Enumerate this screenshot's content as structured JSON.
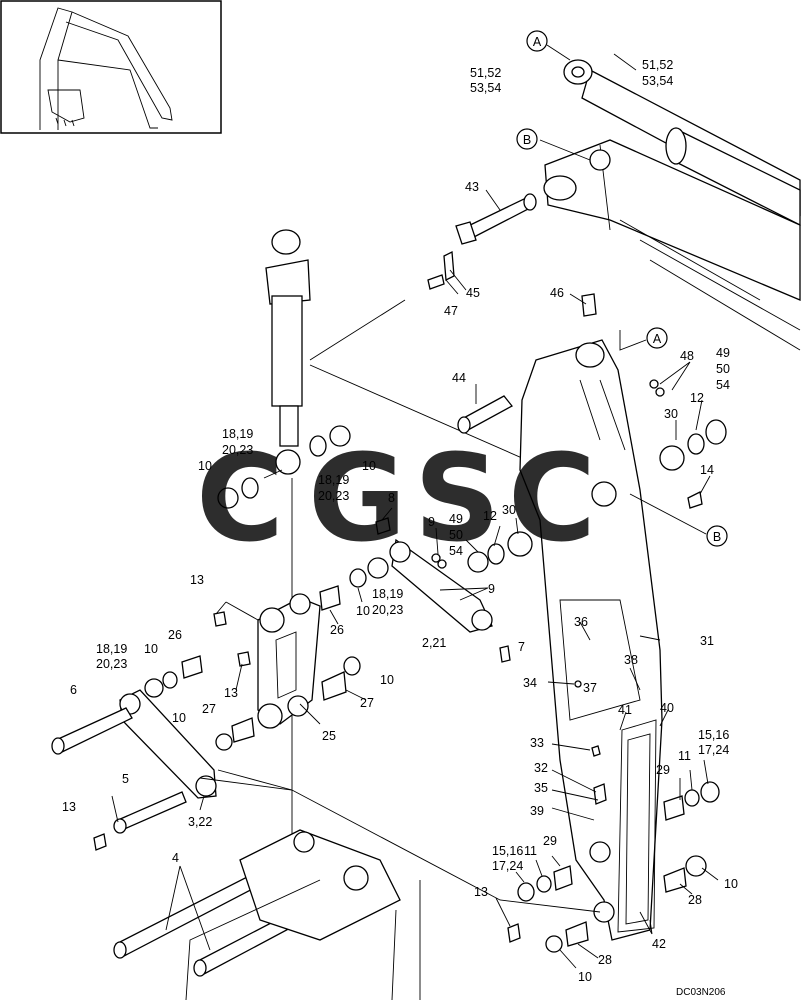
{
  "drawing_code": "DC03N206",
  "watermark": {
    "text": "CGSC",
    "colors": [
      "#3b82f6",
      "#ef4444",
      "#facc15",
      "#16a34a"
    ]
  },
  "callouts": {
    "A": "A",
    "B": "B",
    "l_51_52_left": "51,52",
    "l_53_54_left": "53,54",
    "l_51_52_right": "51,52",
    "l_53_54_right": "53,54",
    "l_43": "43",
    "l_45": "45",
    "l_47": "47",
    "l_46": "46",
    "l_48": "48",
    "l_49a": "49",
    "l_50a": "50",
    "l_54a": "54",
    "l_44": "44",
    "l_30a": "30",
    "l_12a": "12",
    "l_14": "14",
    "l_18_19a": "18,19",
    "l_20_23a": "20,23",
    "l_10a": "10",
    "l_10b": "10",
    "l_18_19b": "18,19",
    "l_20_23b": "20,23",
    "l_8": "8",
    "l_9a": "9",
    "l_49b": "49",
    "l_50b": "50",
    "l_54b": "54",
    "l_12b": "12",
    "l_30b": "30",
    "l_13a": "13",
    "l_26a": "26",
    "l_10c": "10",
    "l_18_19c": "18,19",
    "l_20_23c": "20,23",
    "l_9b": "9",
    "l_2_21": "2,21",
    "l_36": "36",
    "l_31": "31",
    "l_26b": "26",
    "l_18_19d": "18,19",
    "l_20_23d": "20,23",
    "l_10d": "10",
    "l_7": "7",
    "l_10e": "10",
    "l_6": "6",
    "l_13b": "13",
    "l_27a": "27",
    "l_34": "34",
    "l_37": "37",
    "l_38": "38",
    "l_10f": "10",
    "l_27b": "27",
    "l_25": "25",
    "l_41": "41",
    "l_40": "40",
    "l_33": "33",
    "l_15_16a": "15,16",
    "l_17_24a": "17,24",
    "l_5": "5",
    "l_11a": "11",
    "l_32": "32",
    "l_35": "35",
    "l_29a": "29",
    "l_13c": "13",
    "l_3_22": "3,22",
    "l_39": "39",
    "l_4": "4",
    "l_15_16b": "15,16",
    "l_17_24b": "17,24",
    "l_11b": "11",
    "l_29b": "29",
    "l_13d": "13",
    "l_28a": "28",
    "l_10g": "10",
    "l_42": "42",
    "l_10h": "10",
    "l_28b": "28"
  }
}
